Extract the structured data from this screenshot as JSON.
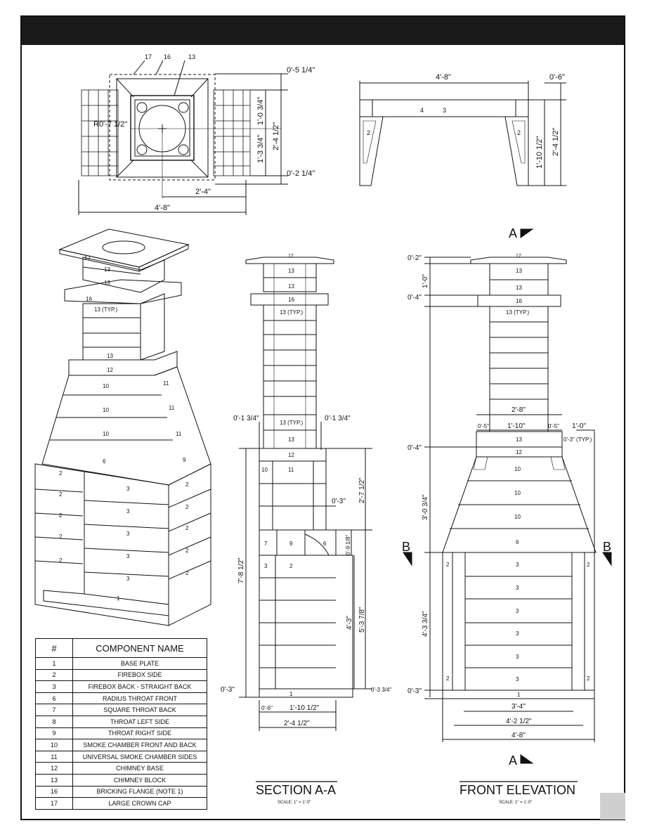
{
  "top_plan": {
    "callouts": [
      "17",
      "16",
      "13"
    ],
    "dims": {
      "top_offset": "0'-5 1/4\"",
      "upper": "1'-0 3/4\"",
      "lower": "1'-3 3/4\"",
      "total_h": "2'-4 1/2\"",
      "bottom_offset": "0'-2 1/4\"",
      "half_w": "2'-4\"",
      "total_w": "4'-8\"",
      "radius": "R0'-7 1/2\""
    }
  },
  "top_side": {
    "width": "4'-8\"",
    "top_thk": "0'-6\"",
    "height_inner": "1'-10 1/2\"",
    "height_total": "2'-4 1/2\"",
    "labels": [
      "2",
      "3",
      "4",
      "2"
    ]
  },
  "iso": {
    "labels": [
      "17",
      "13",
      "13",
      "16",
      "13 (TYP.)",
      "13",
      "12",
      "10",
      "11",
      "10",
      "11",
      "10",
      "11",
      "6",
      "9",
      "2",
      "3",
      "2",
      "2",
      "3",
      "2",
      "2",
      "3",
      "2",
      "2",
      "3",
      "2",
      "2",
      "3",
      "2",
      "1"
    ]
  },
  "section": {
    "title": "SECTION A-A",
    "scale": "SCALE: 1\" = 1'-0\"",
    "labels": {
      "l17": "17",
      "l13a": "13",
      "l13b": "13",
      "l16": "16",
      "l13typ": "13 (TYP.)",
      "l13typ2": "13 (TYP.)",
      "l13c": "13",
      "l12": "12",
      "l10": "10",
      "l11": "11",
      "l7": "7",
      "l9": "9",
      "l6": "6",
      "l3": "3",
      "l2": "2",
      "l1": "1"
    },
    "dims": {
      "d1": "0'-1 3/4\"",
      "d2": "0'-1 3/4\"",
      "d3": "2'-7 1/2\"",
      "d4": "0'-3\"",
      "d5": "0'-9 1/8\"",
      "d6": "7'-8 1/2\"",
      "d7": "4'-3\"",
      "d8": "5'-3 7/8\"",
      "d9": "0'-3\"",
      "d10": "0'-3 3/4\"",
      "d11": "0'-6\"",
      "d12": "1'-10 1/2\"",
      "d13": "2'-4 1/2\""
    }
  },
  "front": {
    "title": "FRONT ELEVATION",
    "scale": "SCALE: 1\" = 1'-0\"",
    "marks": {
      "a": "A",
      "b": "B"
    },
    "labels": {
      "l17": "17",
      "l13": "13",
      "l16": "16",
      "l13typ": "13 (TYP.)",
      "l12": "12",
      "l10": "10",
      "l6": "6",
      "l3": "3",
      "l2": "2",
      "l1": "1"
    },
    "dims": {
      "d1": "0'-2\"",
      "d2": "1'-0\"",
      "d3": "0'-4\"",
      "d4": "2'-8\"",
      "d5": "0'-5\"",
      "d6": "1'-10\"",
      "d7": "0'-5\"",
      "d8": "1'-0\"",
      "d9": "0'-3\" (TYP.)",
      "d10": "0'-4\"",
      "d11": "3'-0 3/4\"",
      "d12": "4'-3 3/4\"",
      "d13": "0'-3\"",
      "d14": "3'-4\"",
      "d15": "4'-2 1/2\"",
      "d16": "4'-8\""
    }
  },
  "table": {
    "headers": [
      "#",
      "COMPONENT NAME"
    ],
    "rows": [
      [
        "1",
        "BASE PLATE"
      ],
      [
        "2",
        "FIREBOX SIDE"
      ],
      [
        "3",
        "FIREBOX BACK - STRAIGHT BACK"
      ],
      [
        "6",
        "RADIUS THROAT FRONT"
      ],
      [
        "7",
        "SQUARE THROAT BACK"
      ],
      [
        "8",
        "THROAT LEFT SIDE"
      ],
      [
        "9",
        "THROAT RIGHT SIDE"
      ],
      [
        "10",
        "SMOKE CHAMBER FRONT AND BACK"
      ],
      [
        "11",
        "UNIVERSAL SMOKE CHAMBER SIDES"
      ],
      [
        "12",
        "CHIMNEY BASE"
      ],
      [
        "13",
        "CHIMNEY BLOCK"
      ],
      [
        "16",
        "BRICKING FLANGE (NOTE 1)"
      ],
      [
        "17",
        "LARGE CROWN CAP"
      ]
    ]
  }
}
